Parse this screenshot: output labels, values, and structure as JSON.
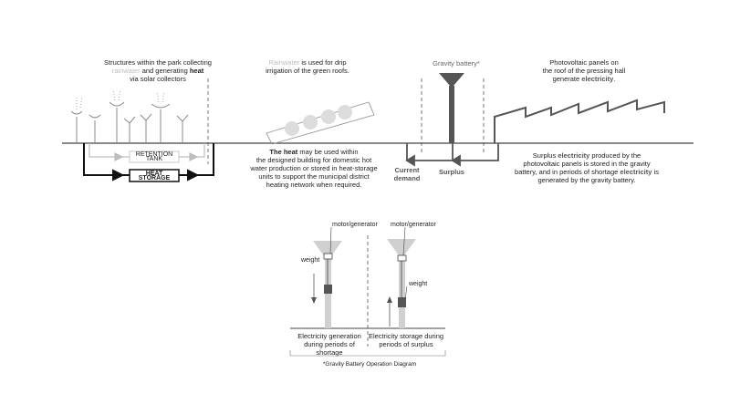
{
  "collect": {
    "line1": "Structures within the park collecting",
    "rain": "rainwater",
    "mid": " and generating ",
    "heat": "heat",
    "line3": "via solar collectors"
  },
  "rainwater": {
    "word": "Rainwater",
    "rest": " is used for drip",
    "line2": "irrigation of the green roofs."
  },
  "heat_text": {
    "bold": "The heat",
    "rest1": " may be used within",
    "line2": "the designed building for domestic hot",
    "line3": "water production or stored in heat-storage",
    "line4": "units to support the municipal district",
    "line5": "heating network when required."
  },
  "gravity_title": "Gravity battery*",
  "pv": {
    "line1": "Photovoltaic panels on",
    "line2": "the roof of the pressing hall",
    "line3a": "generate ",
    "electricity": "electricity",
    "line3b": "."
  },
  "current_demand": {
    "line1": "Current",
    "line2": "demand"
  },
  "surplus": "Surplus",
  "surplus_text": {
    "l1a": "Surplus ",
    "electricity": "electricity",
    "l1b": " produced by the",
    "line2": "photovoltaic panels is stored in the gravity",
    "l3a": "battery, and in periods of shortage ",
    "l3b": " is",
    "line4": "generated by the gravity battery."
  },
  "tanks": {
    "retention1": "RETENTION",
    "retention2": "TANK",
    "heat1": "HEAT",
    "heat2": "STORAGE"
  },
  "op": {
    "motor_left": "motor/generator",
    "motor_right": "motor/generator",
    "weight_left": "weight",
    "weight_right": "weight",
    "gen_caption": [
      "Electricity generation",
      "during periods of",
      "shortage"
    ],
    "sto_caption": [
      "Electricity storage during",
      "periods of surplus"
    ],
    "footnote": "*Gravity Battery Operation Diagram"
  },
  "colors": {
    "light_gray": "#bdbdbd",
    "mid_gray": "#9e9e9e",
    "dark_gray": "#555555",
    "ink": "#222222"
  }
}
